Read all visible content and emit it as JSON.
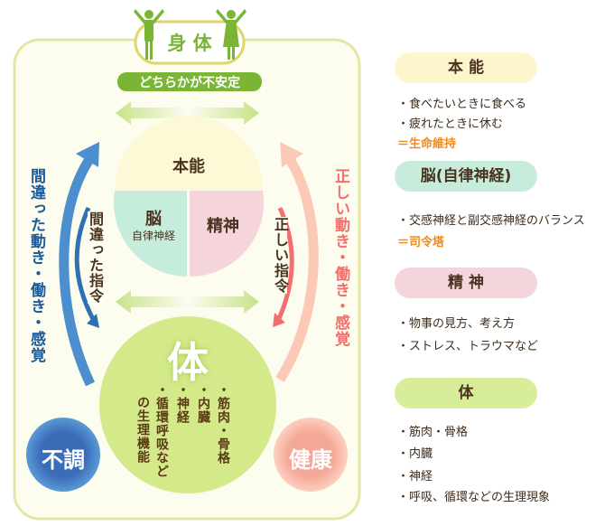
{
  "diagram": {
    "title": "身 体",
    "unstable_label": "どちらかが不安定",
    "instinct": "本能",
    "brain": "脳",
    "brain_sub": "自律神経",
    "mind": "精神",
    "body": "体",
    "body_items": [
      "・筋肉・骨格",
      "・内臓",
      "・神経",
      "・循環呼吸など",
      "の生理機能"
    ],
    "left_outer": "間違った動き・働き・感覚",
    "left_inner": "間違った指令",
    "right_outer": "正しい動き・働き・感覚",
    "right_inner": "正しい指令",
    "bad": "不調",
    "good": "健康"
  },
  "legend": [
    {
      "title": "本 能",
      "items": [
        "・食べたいときに食べる",
        "・疲れたときに休む"
      ],
      "summary": "＝生命維持"
    },
    {
      "title": "脳(自律神経)",
      "items": [
        "・交感神経と副交感神経のバランス"
      ],
      "summary": "＝司令塔"
    },
    {
      "title": "精 神",
      "items": [
        "・物事の見方、考え方",
        "・ストレス、トラウマなど"
      ]
    },
    {
      "title": "体",
      "items": [
        "・筋肉・骨格",
        "・内臓",
        "・神経",
        "・呼吸、循環などの生理現象"
      ]
    }
  ],
  "colors": {
    "green": "#7bb536",
    "blue": "#3f7fc4",
    "pink": "#f36f6f",
    "orange": "#f08a1e"
  }
}
